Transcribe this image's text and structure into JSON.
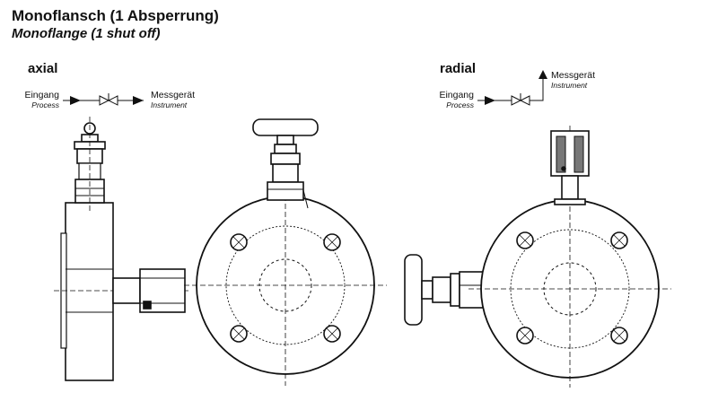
{
  "header": {
    "title": "Monoflansch (1 Absperrung)",
    "subtitle": "Monoflange (1 shut off)"
  },
  "axial": {
    "label": "axial",
    "inlet": "Eingang",
    "inlet_en": "Process",
    "outlet": "Messgerät",
    "outlet_en": "Instrument"
  },
  "radial": {
    "label": "radial",
    "inlet": "Eingang",
    "inlet_en": "Process",
    "outlet": "Messgerät",
    "outlet_en": "Instrument"
  },
  "icons": [
    "gate-valve-symbol",
    "flow-arrow",
    "bolt-hole",
    "handwheel",
    "needle-valve"
  ]
}
